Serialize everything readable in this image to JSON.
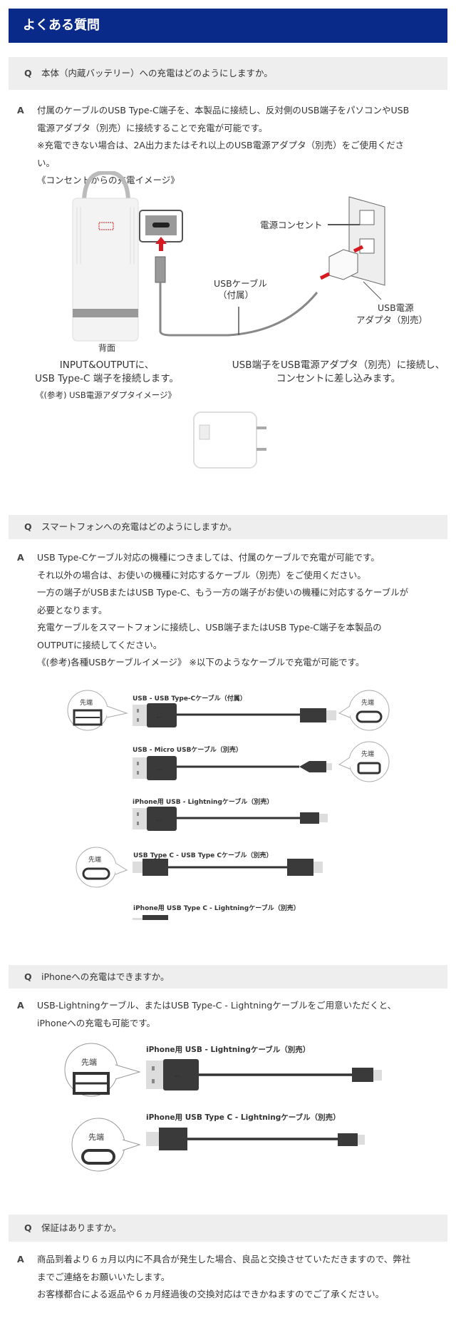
{
  "header": {
    "title": "よくある質問"
  },
  "faq": [
    {
      "q": "本体（内蔵バッテリー）への充電はどのようにしますか。",
      "a": [
        "付属のケーブルのUSB Type-C端子を、本製品に接続し、反対側のUSB端子をパソコンやUSB",
        "電源アダプタ（別売）に接続することで充電が可能です。",
        "※充電できない場合は、2A出力またはそれ以上のUSB電源アダプタ（別売）をご使用くださ",
        "い。",
        "《コンセントからの充電イメージ》"
      ]
    },
    {
      "q": "スマートフォンへの充電はどのようにしますか。",
      "a": [
        "USB Type-Cケーブル対応の機種につきましては、付属のケーブルで充電が可能です。",
        "それ以外の場合は、お使いの機種に対応するケーブル（別売）をご使用ください。",
        "一方の端子がUSBまたはUSB Type-C、もう一方の端子がお使いの機種に対応するケーブルが",
        "必要となります。",
        "充電ケーブルをスマートフォンに接続し、USB端子またはUSB Type-C端子を本製品の",
        "OUTPUTに接続してください。",
        "《(参考)各種USBケーブルイメージ》 ※以下のようなケーブルで充電が可能です。"
      ]
    },
    {
      "q": "iPhoneへの充電はできますか。",
      "a": [
        "USB-Lightningケーブル、またはUSB Type-C - Lightningケーブルをご用意いただくと、",
        "iPhoneへの充電も可能です。"
      ]
    },
    {
      "q": "保証はありますか。",
      "a": [
        "商品到着より６ヵ月以内に不具合が発生した場合、良品と交換させていただきますので、弊社",
        "までご連絡をお願いいたします。",
        "お客様都合による返品や６ヵ月経過後の交換対応はできかねますのでご了承ください。"
      ]
    }
  ],
  "markers": {
    "q": "Q",
    "a": "A"
  },
  "diagram1": {
    "outlet": "電源コンセント",
    "cable": "USBケーブル",
    "cable_sub": "（付属）",
    "adapter": "USB電源",
    "adapter_sub": "アダプタ（別売）",
    "back": "背面",
    "left_cap": [
      "INPUT&OUTPUTに、",
      "USB Type-C 端子を接続します。"
    ],
    "right_cap": [
      "USB端子をUSB電源アダプタ（別売）に接続し、",
      "コンセントに差し込みます。"
    ]
  },
  "adapter_caption": "《(参考) USB電源アダプタイメージ》",
  "cables": {
    "tip": "先端",
    "items": [
      "USB - USB Type-Cケーブル（付属）",
      "USB - Micro USBケーブル（別売）",
      "iPhone用 USB - Lightningケーブル（別売）",
      "USB Type C - USB Type Cケーブル（別売）",
      "iPhone用 USB Type C - Lightningケーブル（別売）"
    ]
  },
  "iphone_cables": {
    "tip": "先端",
    "items": [
      "iPhone用 USB - Lightningケーブル（別売）",
      "iPhone用 USB Type C - Lightningケーブル（別売）"
    ]
  },
  "colors": {
    "header": "#0a2a8a",
    "qbar": "#eeeeee",
    "arrow": "#d71920"
  }
}
